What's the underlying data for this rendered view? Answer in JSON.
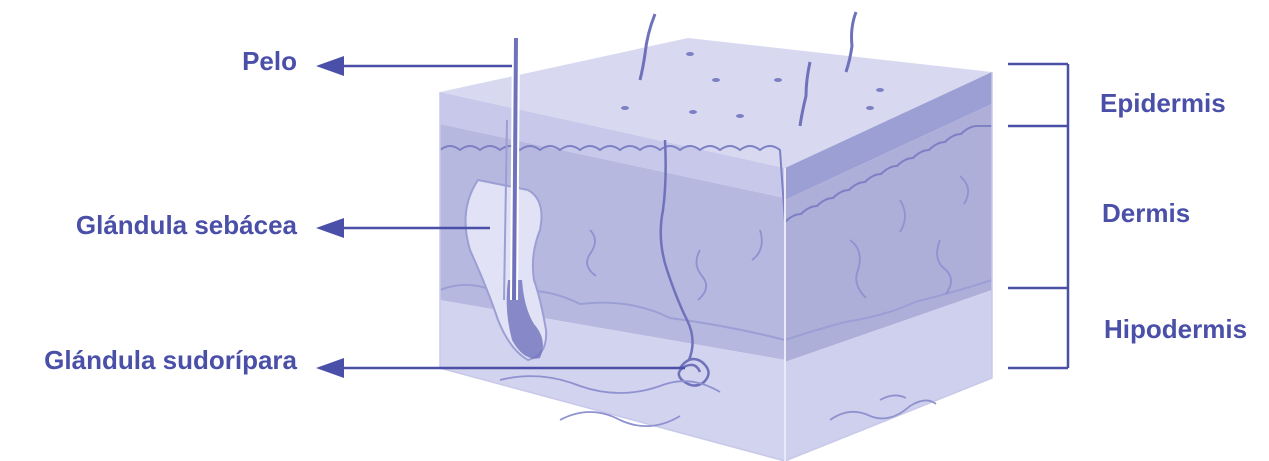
{
  "labels_left": {
    "hair": "Pelo",
    "sebaceous_gland": "Glándula sebácea",
    "sweat_gland": "Glándula sudorípara"
  },
  "labels_right": {
    "epidermis": "Epidermis",
    "dermis": "Dermis",
    "hypodermis": "Hipodermis"
  },
  "colors": {
    "label_text": "#4a4fa8",
    "arrow": "#4a4fa8",
    "skin_top": "#d8d9f0",
    "skin_front": "#b9bbe0",
    "skin_side": "#adafd9",
    "hypodermis": "#d2d3ee",
    "outline": "#7d80c2"
  }
}
